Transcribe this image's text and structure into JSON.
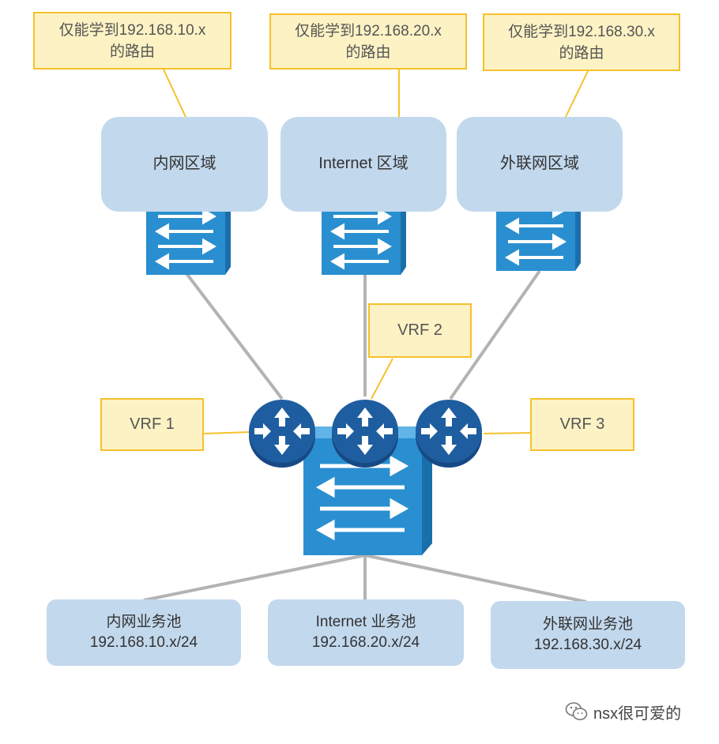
{
  "notes": [
    {
      "line1": "仅能学到192.168.10.x",
      "line2": "的路由"
    },
    {
      "line1": "仅能学到192.168.20.x",
      "line2": "的路由"
    },
    {
      "line1": "仅能学到192.168.30.x",
      "line2": "的路由"
    }
  ],
  "zones": [
    "内网区域",
    "Internet 区域",
    "外联网区域"
  ],
  "vrfs": [
    "VRF 1",
    "VRF 2",
    "VRF 3"
  ],
  "pools": [
    {
      "name": "内网业务池",
      "subnet": "192.168.10.x/24"
    },
    {
      "name": "Internet 业务池",
      "subnet": "192.168.20.x/24"
    },
    {
      "name": "外联网业务池",
      "subnet": "192.168.30.x/24"
    }
  ],
  "watermark": "nsx很可爱的",
  "colors": {
    "note_fill": "#fdf2c3",
    "note_border": "#f5c12c",
    "zone_fill": "#c2d8ed",
    "switch_blue": "#2a8fd0",
    "router_blue": "#1e5ea0",
    "link_gray": "#b3b3b3"
  }
}
